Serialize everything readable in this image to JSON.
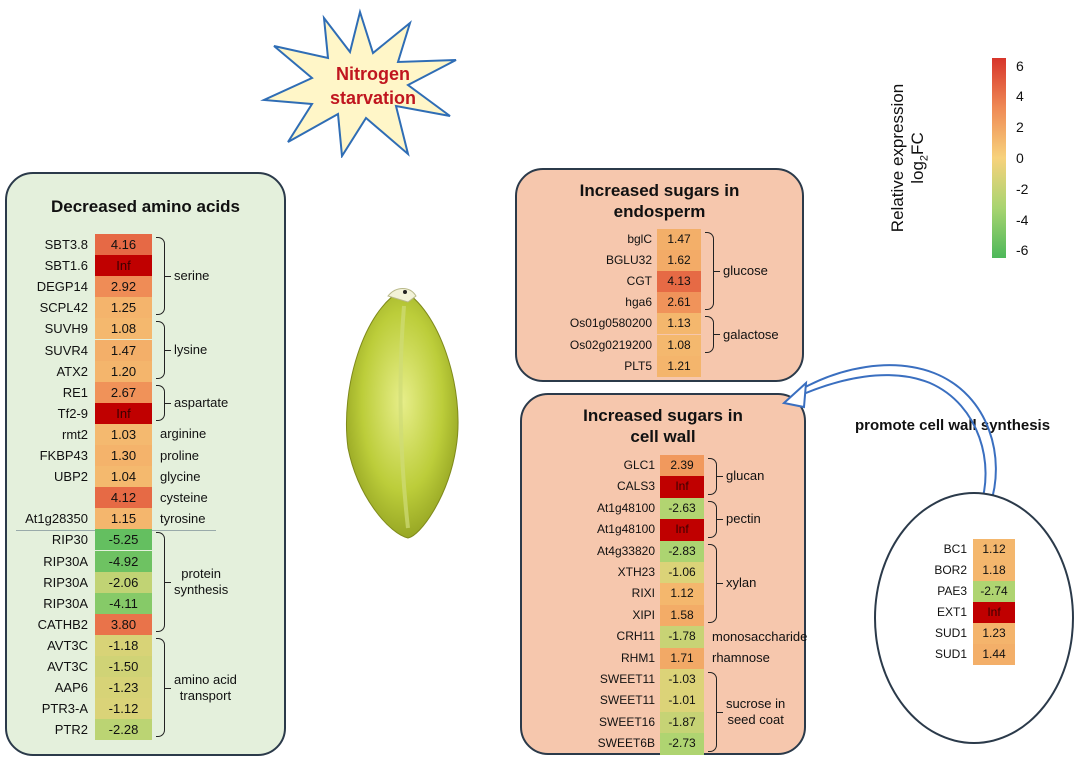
{
  "starburst": {
    "line1": "Nitrogen",
    "line2": "starvation"
  },
  "colorbar": {
    "title_line1": "Relative expression",
    "title_line2_main": "log",
    "title_line2_sub": "2",
    "title_line2_end": "FC",
    "ticks": [
      "6",
      "4",
      "2",
      "0",
      "-2",
      "-4",
      "-6"
    ],
    "range": [
      -6.5,
      6.5
    ],
    "colors": {
      "high": "#d7352b",
      "mid": "#f7d27c",
      "low": "#4db85a"
    }
  },
  "amino_panel": {
    "title": "Decreased amino acids",
    "genes": [
      {
        "name": "SBT3.8",
        "value": "4.16"
      },
      {
        "name": "SBT1.6",
        "value": "Inf"
      },
      {
        "name": "DEGP14",
        "value": "2.92"
      },
      {
        "name": "SCPL42",
        "value": "1.25"
      },
      {
        "name": "SUVH9",
        "value": "1.08"
      },
      {
        "name": "SUVR4",
        "value": "1.47"
      },
      {
        "name": "ATX2",
        "value": "1.20"
      },
      {
        "name": "RE1",
        "value": "2.67"
      },
      {
        "name": "Tf2-9",
        "value": "Inf"
      },
      {
        "name": "rmt2",
        "value": "1.03"
      },
      {
        "name": "FKBP43",
        "value": "1.30"
      },
      {
        "name": "UBP2",
        "value": "1.04"
      },
      {
        "name": "",
        "value": "4.12"
      },
      {
        "name": "At1g28350",
        "value": "1.15"
      },
      {
        "name": "RIP30",
        "value": "-5.25"
      },
      {
        "name": "RIP30A",
        "value": "-4.92"
      },
      {
        "name": "RIP30A",
        "value": "-2.06"
      },
      {
        "name": "RIP30A",
        "value": "-4.11"
      },
      {
        "name": "CATHB2",
        "value": "3.80"
      },
      {
        "name": "AVT3C",
        "value": "-1.18"
      },
      {
        "name": "AVT3C",
        "value": "-1.50"
      },
      {
        "name": "AAP6",
        "value": "-1.23"
      },
      {
        "name": "PTR3-A",
        "value": "-1.12"
      },
      {
        "name": "PTR2",
        "value": "-2.28"
      }
    ],
    "groups": [
      {
        "label": "serine",
        "from": 0,
        "to": 3,
        "bracket": true
      },
      {
        "label": "lysine",
        "from": 4,
        "to": 6,
        "bracket": true
      },
      {
        "label": "aspartate",
        "from": 7,
        "to": 8,
        "bracket": true
      },
      {
        "label": "arginine",
        "from": 9,
        "to": 9,
        "bracket": false
      },
      {
        "label": "proline",
        "from": 10,
        "to": 10,
        "bracket": false
      },
      {
        "label": "glycine",
        "from": 11,
        "to": 11,
        "bracket": false
      },
      {
        "label": "cysteine",
        "from": 12,
        "to": 12,
        "bracket": false
      },
      {
        "label": "tyrosine",
        "from": 13,
        "to": 13,
        "bracket": false
      },
      {
        "label": "protein\nsynthesis",
        "from": 14,
        "to": 18,
        "bracket": true
      },
      {
        "label": "amino acid\ntransport",
        "from": 19,
        "to": 23,
        "bracket": true
      }
    ]
  },
  "endosperm_panel": {
    "title": "Increased sugars in\nendosperm",
    "genes": [
      {
        "name": "bglC",
        "value": "1.47"
      },
      {
        "name": "BGLU32",
        "value": "1.62"
      },
      {
        "name": "CGT",
        "value": "4.13"
      },
      {
        "name": "hga6",
        "value": "2.61"
      },
      {
        "name": "Os01g0580200",
        "value": "1.13"
      },
      {
        "name": "Os02g0219200",
        "value": "1.08"
      },
      {
        "name": "PLT5",
        "value": "1.21"
      }
    ],
    "groups": [
      {
        "label": "glucose",
        "from": 0,
        "to": 3,
        "bracket": true
      },
      {
        "label": "galactose",
        "from": 4,
        "to": 5,
        "bracket": true
      }
    ]
  },
  "cellwall_panel": {
    "title": "Increased sugars in\ncell wall",
    "genes": [
      {
        "name": "GLC1",
        "value": "2.39"
      },
      {
        "name": "CALS3",
        "value": "Inf"
      },
      {
        "name": "At1g48100",
        "value": "-2.63"
      },
      {
        "name": "At1g48100",
        "value": "Inf"
      },
      {
        "name": "At4g33820",
        "value": "-2.83"
      },
      {
        "name": "XTH23",
        "value": "-1.06"
      },
      {
        "name": "RIXI",
        "value": "1.12"
      },
      {
        "name": "XIPI",
        "value": "1.58"
      },
      {
        "name": "CRH11",
        "value": "-1.78"
      },
      {
        "name": "RHM1",
        "value": "1.71"
      },
      {
        "name": "SWEET11",
        "value": "-1.03"
      },
      {
        "name": "SWEET11",
        "value": "-1.01"
      },
      {
        "name": "SWEET16",
        "value": "-1.87"
      },
      {
        "name": "SWEET6B",
        "value": "-2.73"
      }
    ],
    "groups": [
      {
        "label": "glucan",
        "from": 0,
        "to": 1,
        "bracket": true
      },
      {
        "label": "pectin",
        "from": 2,
        "to": 3,
        "bracket": true
      },
      {
        "label": "xylan",
        "from": 4,
        "to": 7,
        "bracket": true
      },
      {
        "label": "monosaccharide",
        "from": 8,
        "to": 8,
        "bracket": false
      },
      {
        "label": "rhamnose",
        "from": 9,
        "to": 9,
        "bracket": false
      },
      {
        "label": "sucrose in\nseed coat",
        "from": 10,
        "to": 13,
        "bracket": true
      }
    ]
  },
  "promote_label": "promote cell wall synthesis",
  "circle_panel": {
    "genes": [
      {
        "name": "BC1",
        "value": "1.12"
      },
      {
        "name": "BOR2",
        "value": "1.18"
      },
      {
        "name": "PAE3",
        "value": "-2.74"
      },
      {
        "name": "EXT1",
        "value": "Inf"
      },
      {
        "name": "SUD1",
        "value": "1.23"
      },
      {
        "name": "SUD1",
        "value": "1.44"
      }
    ]
  }
}
